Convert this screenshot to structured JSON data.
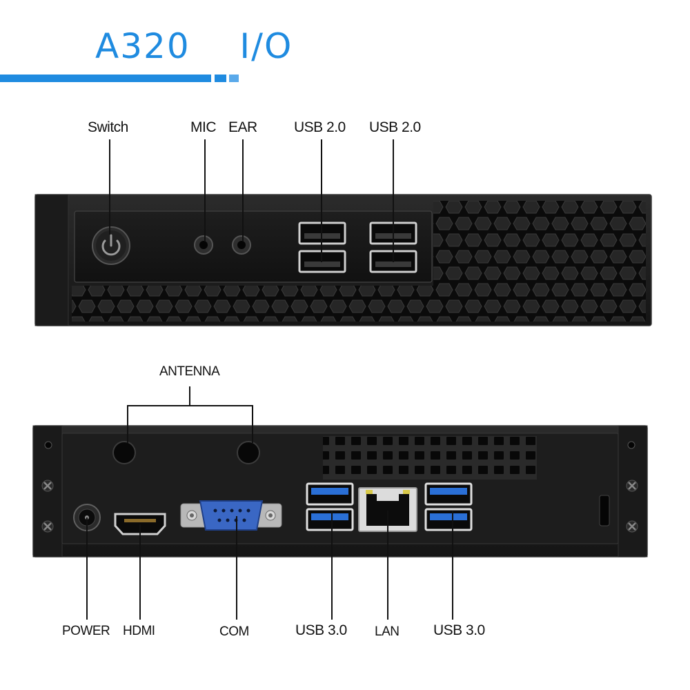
{
  "title": "A320  I/O",
  "colors": {
    "accent": "#1f8be0",
    "accent_light": "#5aa9ea",
    "chassis": "#141414",
    "usb3_blue": "#2a6fd6"
  },
  "front_panel": {
    "ports": [
      {
        "label": "Switch",
        "icon": "power-icon"
      },
      {
        "label": "MIC",
        "icon": "audio-jack-icon"
      },
      {
        "label": "EAR",
        "icon": "audio-jack-icon"
      },
      {
        "label": "USB 2.0",
        "icon": "usb-port-icon"
      },
      {
        "label": "USB 2.0",
        "icon": "usb-port-icon"
      }
    ]
  },
  "rear_panel": {
    "antenna_label": "ANTENNA",
    "ports": [
      {
        "label": "POWER",
        "icon": "dc-jack-icon"
      },
      {
        "label": "HDMI",
        "icon": "hdmi-port-icon"
      },
      {
        "label": "COM",
        "icon": "serial-port-icon"
      },
      {
        "label": "USB 3.0",
        "icon": "usb-port-icon"
      },
      {
        "label": "LAN",
        "icon": "ethernet-port-icon"
      },
      {
        "label": "USB 3.0",
        "icon": "usb-port-icon"
      }
    ]
  }
}
